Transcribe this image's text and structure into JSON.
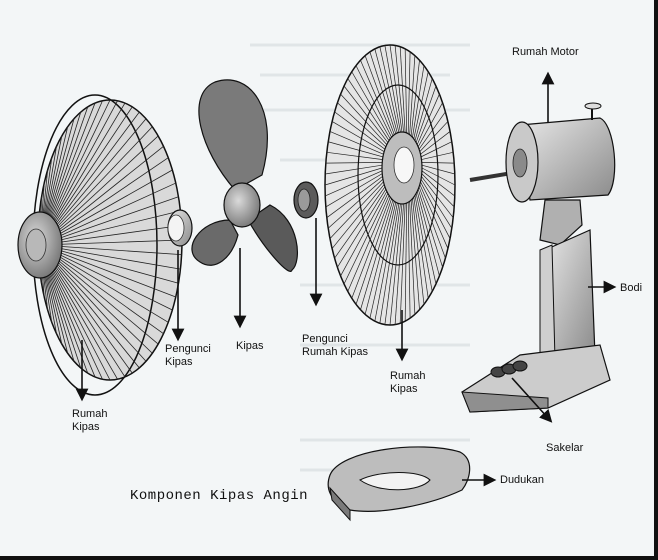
{
  "caption": "Komponen Kipas Angin",
  "labels": {
    "rumah_kipas_back": "Rumah\nKipas",
    "pengunci_kipas": "Pengunci\nKipas",
    "kipas": "Kipas",
    "pengunci_rumah_kipas": "Pengunci\nRumah Kipas",
    "rumah_kipas_front": "Rumah\nKipas",
    "rumah_motor": "Rumah Motor",
    "bodi": "Bodi",
    "sakelar": "Sakelar",
    "dudukan": "Dudukan"
  }
}
